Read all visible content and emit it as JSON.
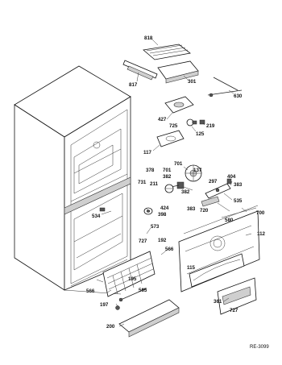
{
  "document_id": "RE-3099",
  "part_numbers": {
    "p818": "818",
    "p817": "817",
    "p301": "301",
    "p630": "630",
    "p427": "427",
    "p725": "725",
    "p219": "219",
    "p125": "125",
    "p117": "117",
    "p701a": "701",
    "p378": "378",
    "p701b": "701",
    "p137": "137",
    "p382a": "382",
    "p731": "731",
    "p211": "211",
    "p297": "297",
    "p404": "404",
    "p383a": "383",
    "p382b": "382",
    "p535": "535",
    "p534": "534",
    "p424": "424",
    "p398": "398",
    "p383b": "383",
    "p720": "720",
    "p580": "580",
    "p700": "700",
    "p573": "573",
    "p727a": "727",
    "p192": "192",
    "p112": "112",
    "p566a": "566",
    "p115": "115",
    "p195": "195",
    "p566b": "566",
    "p565": "565",
    "p197": "197",
    "p361": "361",
    "p727b": "727",
    "p200": "200"
  }
}
